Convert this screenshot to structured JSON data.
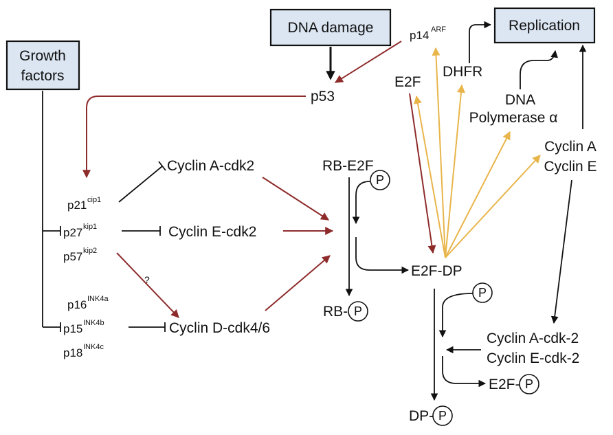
{
  "colors": {
    "black_arrow": "#111111",
    "activation_red": "#8e2b2b",
    "e2f_target_gold": "#e8b54a",
    "box_fill": "#dbe6f2"
  },
  "nodes": {
    "dna_damage": "DNA damage",
    "replication": "Replication",
    "growth_factors_line1": "Growth",
    "growth_factors_line2": "factors",
    "p53": "p53",
    "p14": "p14",
    "p14_sup": "ARF",
    "e2f_top": "E2F",
    "dhfr": "DHFR",
    "dna_polymerase_line1": "DNA",
    "dna_polymerase_line2": "Polymerase α",
    "cyclin_a_right": "Cyclin A",
    "cyclin_e_right": "Cyclin E",
    "cyclin_a_cdk2": "Cyclin A-cdk2",
    "cyclin_e_cdk2": "Cyclin E-cdk2",
    "cyclin_d_cdk46": "Cyclin D-cdk4/6",
    "p21": "p21",
    "p21_sup": "cip1",
    "p27": "p27",
    "p27_sup": "kip1",
    "p57": "p57",
    "p57_sup": "kip2",
    "p16": "p16",
    "p16_sup": "INK4a",
    "p15": "p15",
    "p15_sup": "INK4b",
    "p18": "p18",
    "p18_sup": "INK4c",
    "question": "?",
    "rb_e2f": "RB-E2F",
    "rb_prefix": "RB-",
    "e2f_dp": "E2F-DP",
    "e2f_prefix": "E2F-",
    "dp_prefix": "DP-",
    "cyclin_a_cdk_2": "Cyclin A-cdk-2",
    "cyclin_e_cdk_2": "Cyclin E-cdk-2",
    "phosphate": "P"
  }
}
